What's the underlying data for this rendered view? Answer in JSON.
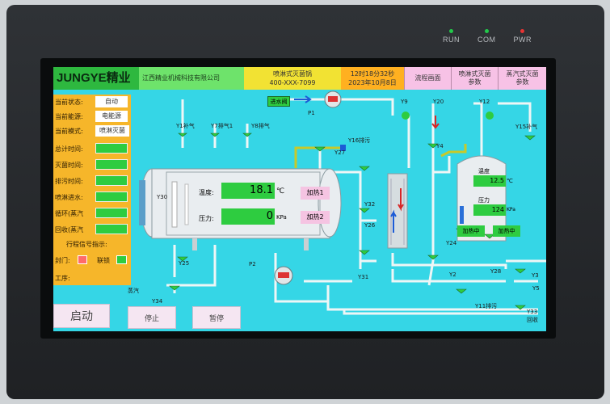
{
  "leds": [
    {
      "label": "RUN",
      "color": "#22c84a"
    },
    {
      "label": "COM",
      "color": "#22c84a"
    },
    {
      "label": "PWR",
      "color": "#e83333"
    }
  ],
  "header": {
    "logo": "JUNGYE精业",
    "company": "江西精业机械科技有限公司",
    "product_line1": "喷淋式灭菌锅",
    "product_line2": "400-XXX-7099",
    "clock_line1": "12时18分32秒",
    "clock_line2": "2023年10月8日",
    "nav": [
      "流程画面",
      "喷淋式灭菌参数",
      "蒸汽式灭菌参数"
    ]
  },
  "left_panel": {
    "status_label": "当前状态:",
    "status_value": "自动",
    "energy_label": "当前能源:",
    "energy_value": "电能源",
    "mode_label": "当前模式:",
    "mode_value": "喷淋灭菌",
    "timers": [
      "总计时间:",
      "灭菌时间:",
      "排污时间:",
      "喷淋进水:",
      "循环(蒸汽",
      "回收(蒸汽"
    ],
    "signal_title": "行程信号指示:",
    "seal_label": "封门:",
    "lock_label": "联锁",
    "step_label": "工序:"
  },
  "buttons": {
    "start": "启动",
    "stop": "停止",
    "pause": "暂停"
  },
  "tank": {
    "temp_label": "温度:",
    "temp_value": "18.1",
    "temp_unit": "℃",
    "press_label": "压力:",
    "press_value": "0",
    "press_unit": "KPa",
    "heat1": "加热1",
    "heat2": "加热2",
    "side_label": "Y30"
  },
  "right_tank": {
    "temp_label": "温度",
    "temp_value": "12.5",
    "temp_unit": "℃",
    "press_label": "压力",
    "press_value": "124",
    "press_unit": "KPa",
    "heat_a": "加热中",
    "heat_b": "加热中"
  },
  "labels": {
    "y1": "Y1补气",
    "y7": "Y7排气1",
    "y8": "Y8排气",
    "y16": "Y16排污",
    "y27": "Y27",
    "y32": "Y32",
    "y26": "Y26",
    "y31": "Y31",
    "y24": "Y24",
    "y2": "Y2",
    "y28": "Y28",
    "y3": "Y3",
    "y5": "Y5",
    "y11": "Y11排污",
    "y33": "Y33",
    "recycle": "回收",
    "y9": "Y9",
    "y4": "Y4",
    "y12": "Y12",
    "y15": "Y15补气",
    "p1": "P1",
    "p2": "P2",
    "y20": "Y20",
    "y25": "Y25",
    "steam": "蒸汽",
    "y34": "Y34",
    "inlet": "进水阀"
  }
}
